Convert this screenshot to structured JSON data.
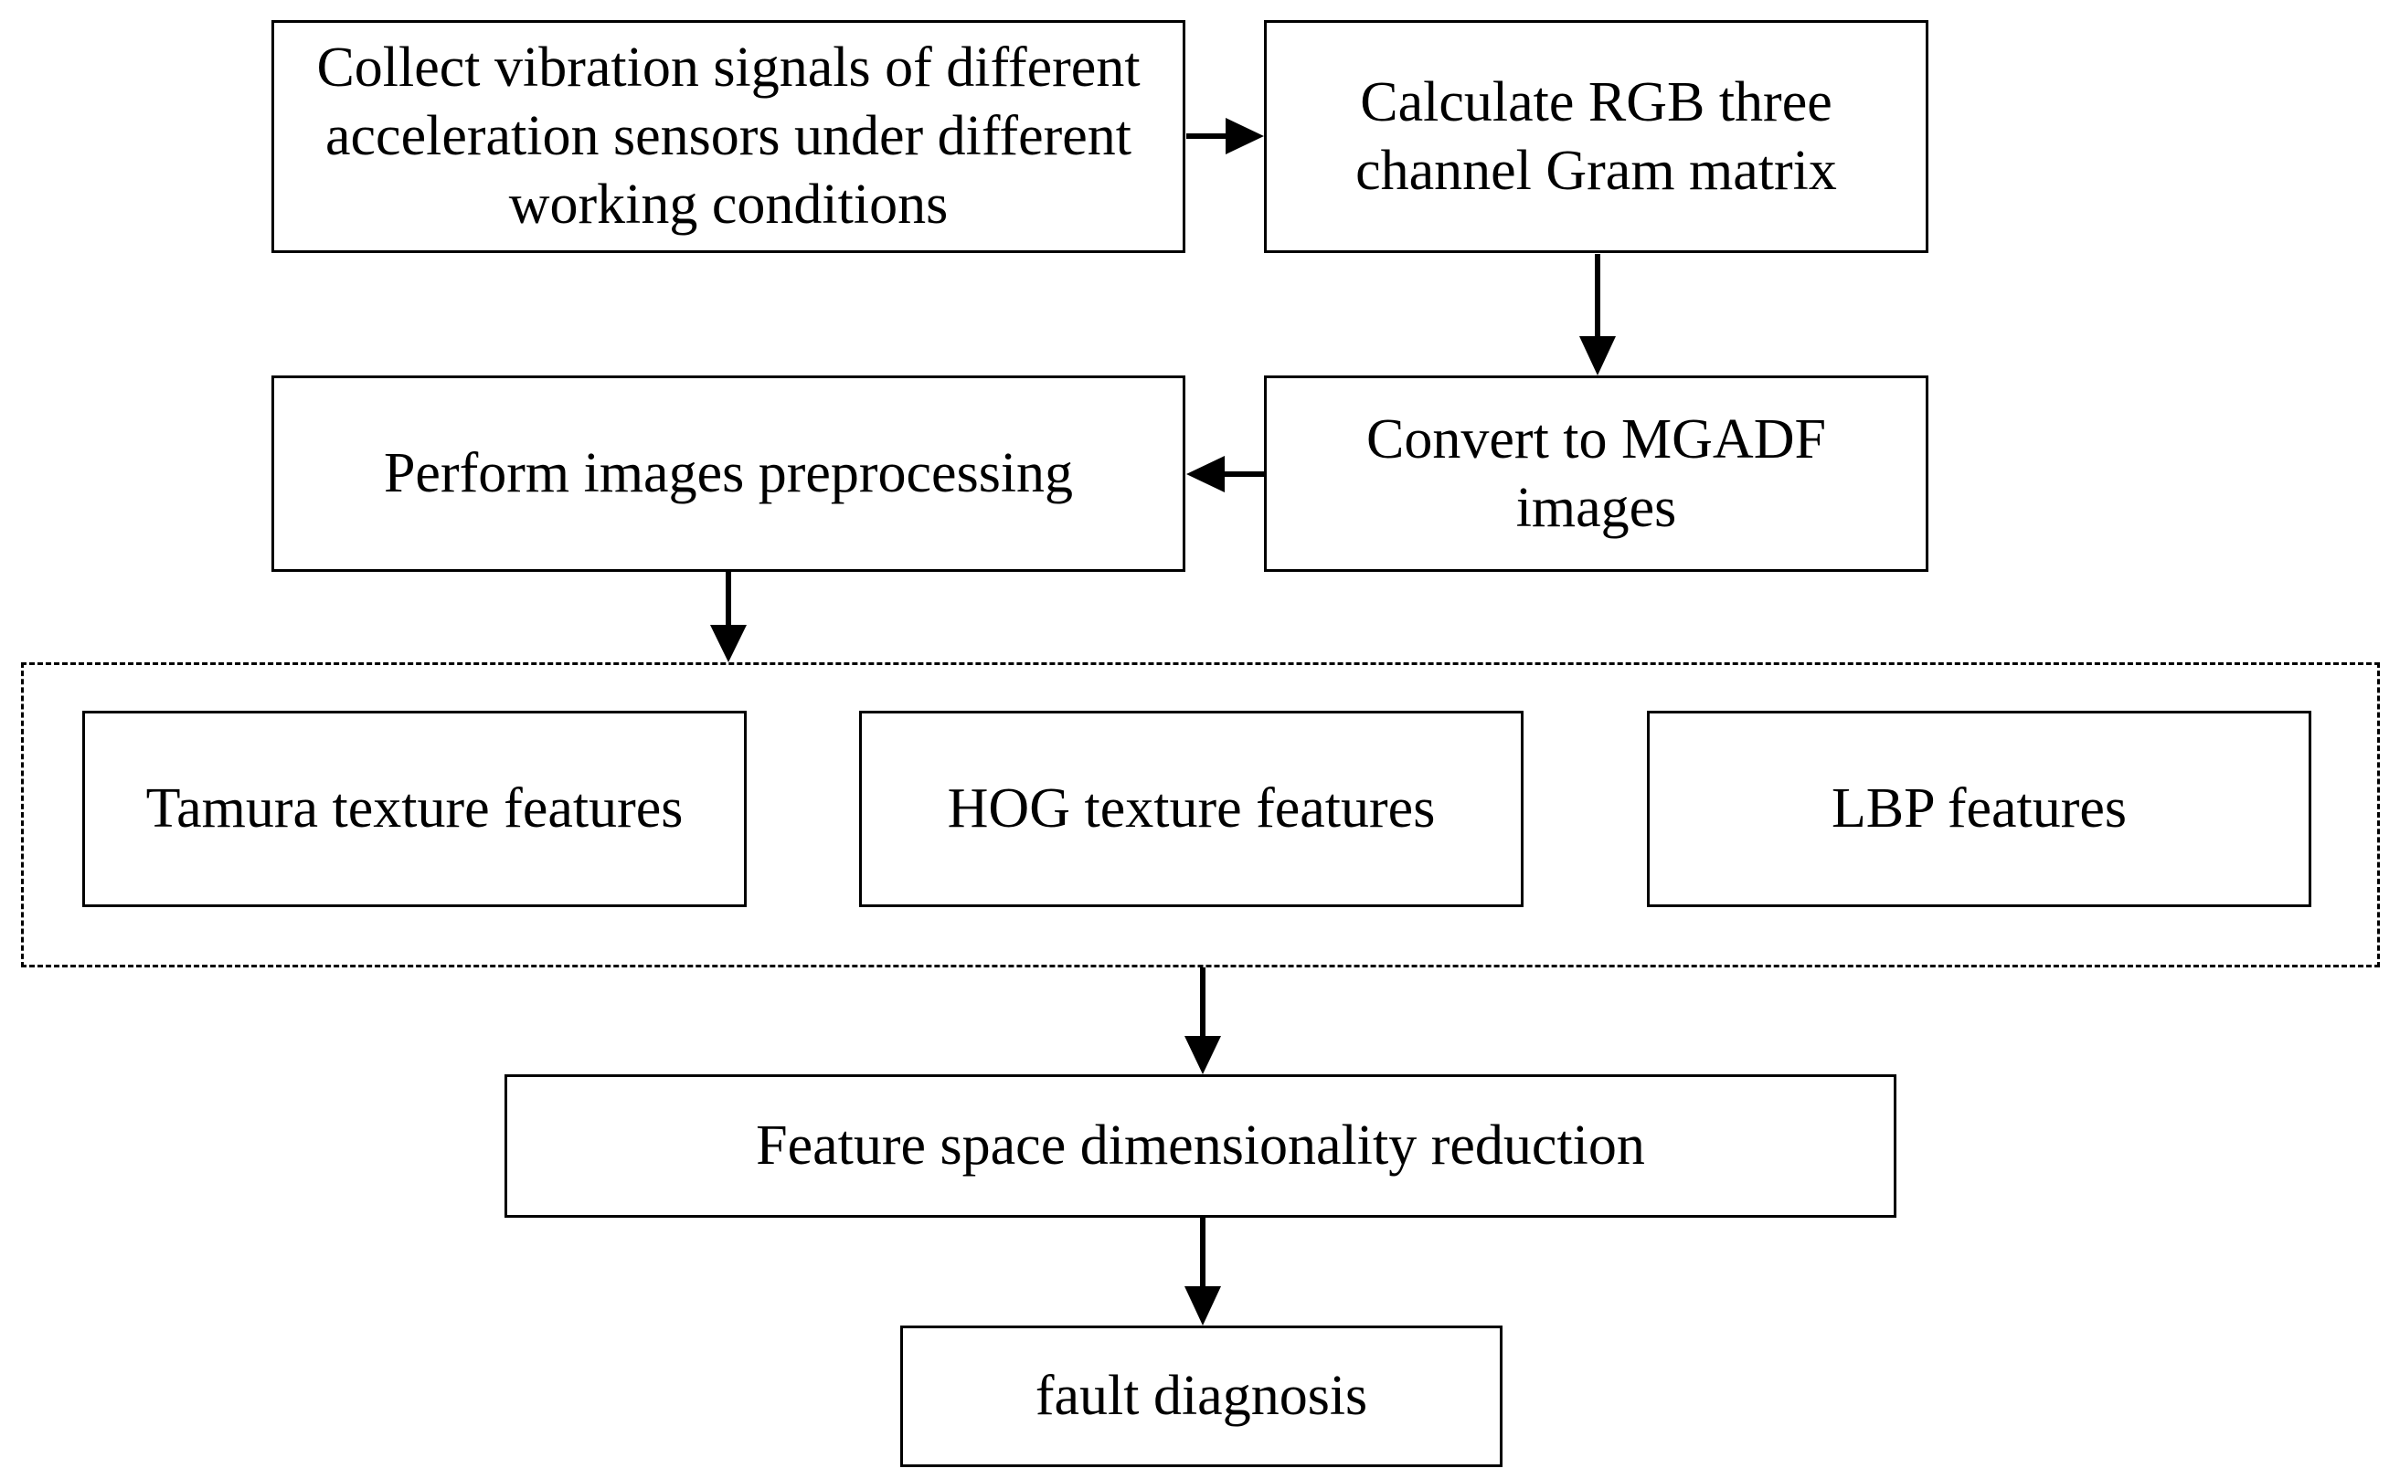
{
  "diagram": {
    "nodes": {
      "collect": "Collect vibration signals of different acceleration sensors under different working conditions",
      "calculate": "Calculate RGB three channel Gram matrix",
      "convert": "Convert to MGADF images",
      "preprocess": "Perform images preprocessing",
      "tamura": "Tamura texture features",
      "hog": "HOG texture features",
      "lbp": "LBP features",
      "reduction": "Feature space dimensionality reduction",
      "diagnosis": "fault diagnosis"
    },
    "edges": [
      {
        "from": "collect",
        "to": "calculate"
      },
      {
        "from": "calculate",
        "to": "convert"
      },
      {
        "from": "convert",
        "to": "preprocess"
      },
      {
        "from": "preprocess",
        "to": "feature-group"
      },
      {
        "from": "feature-group",
        "to": "reduction"
      },
      {
        "from": "reduction",
        "to": "diagnosis"
      }
    ]
  }
}
